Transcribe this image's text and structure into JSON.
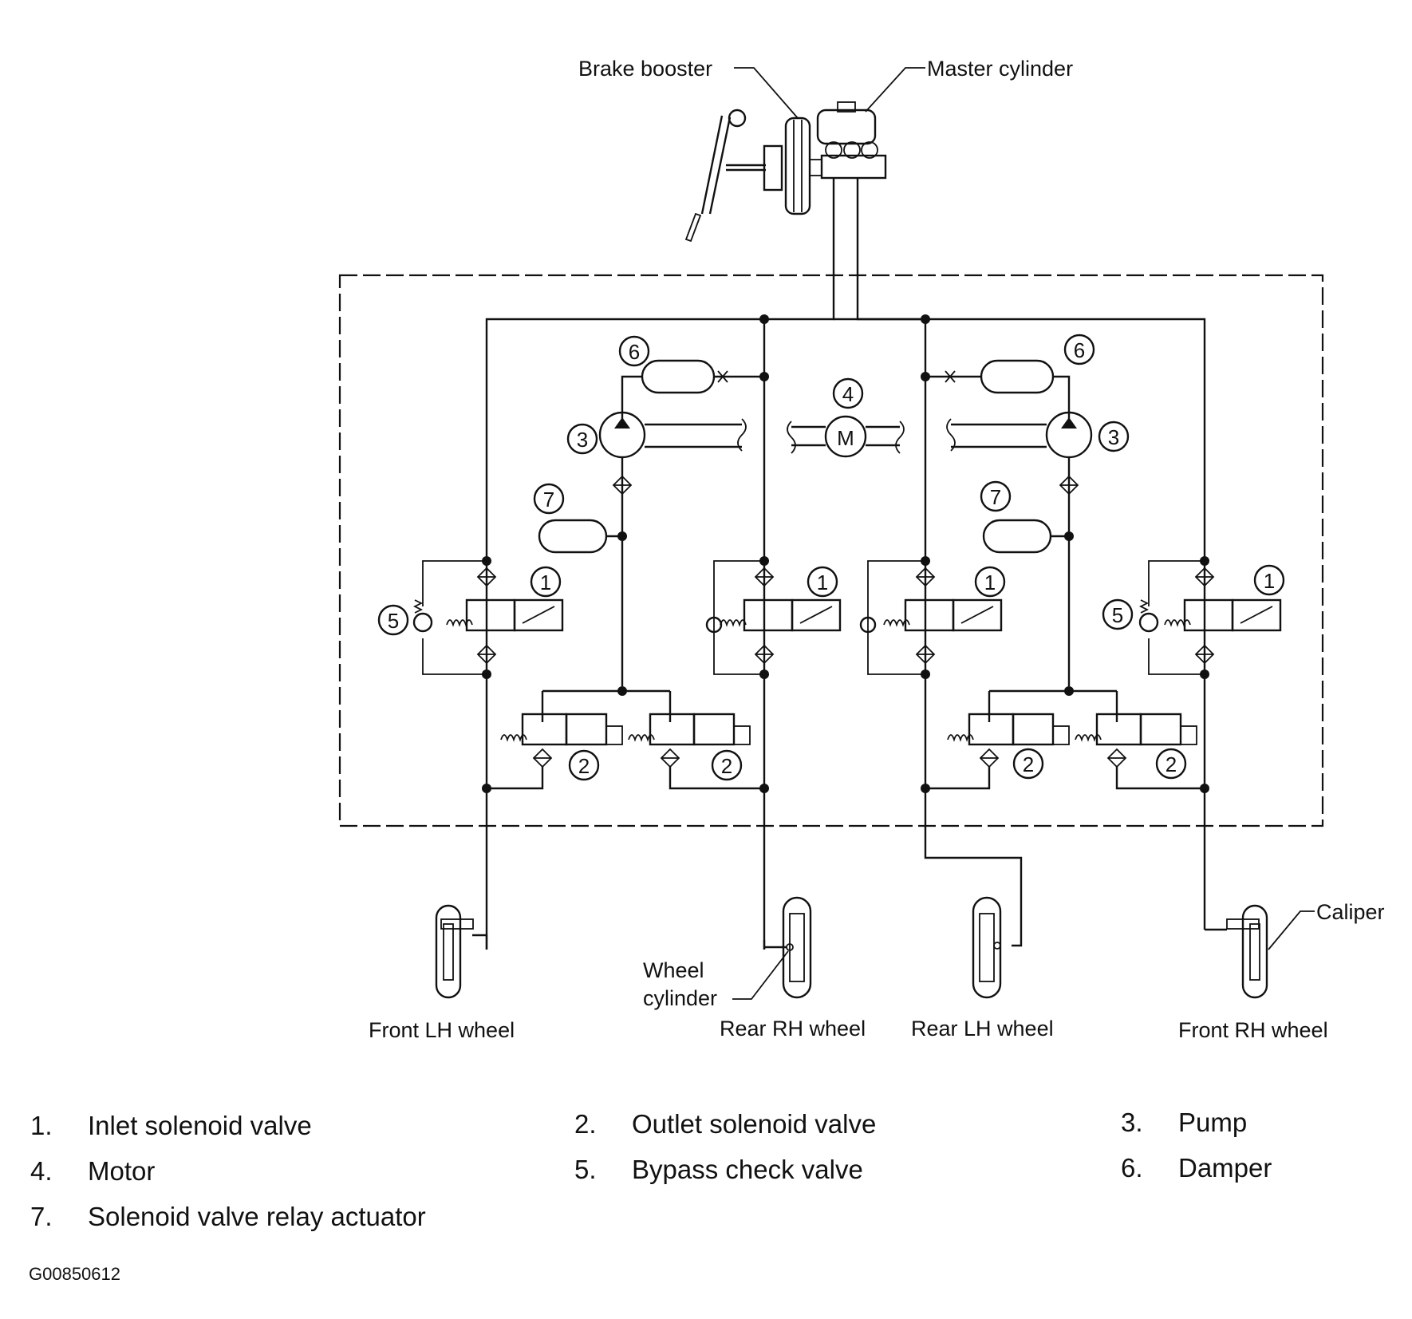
{
  "labels": {
    "brake_booster": "Brake booster",
    "master_cylinder": "Master cylinder",
    "caliper": "Caliper",
    "wheel_cylinder_line1": "Wheel",
    "wheel_cylinder_line2": "cylinder",
    "motor_symbol": "M",
    "wheels": {
      "front_lh": "Front LH wheel",
      "rear_rh": "Rear RH wheel",
      "rear_lh": "Rear LH wheel",
      "front_rh": "Front RH wheel"
    }
  },
  "callout_numbers": {
    "inlet": "1",
    "outlet": "2",
    "pump": "3",
    "motor": "4",
    "bypass": "5",
    "damper": "6",
    "relay": "7"
  },
  "legend": [
    {
      "num": "1.",
      "label": "Inlet solenoid valve"
    },
    {
      "num": "2.",
      "label": "Outlet solenoid valve"
    },
    {
      "num": "3.",
      "label": "Pump"
    },
    {
      "num": "4.",
      "label": "Motor"
    },
    {
      "num": "5.",
      "label": "Bypass check valve"
    },
    {
      "num": "6.",
      "label": "Damper"
    },
    {
      "num": "7.",
      "label": "Solenoid valve relay actuator"
    }
  ],
  "figure_id": "G00850612"
}
